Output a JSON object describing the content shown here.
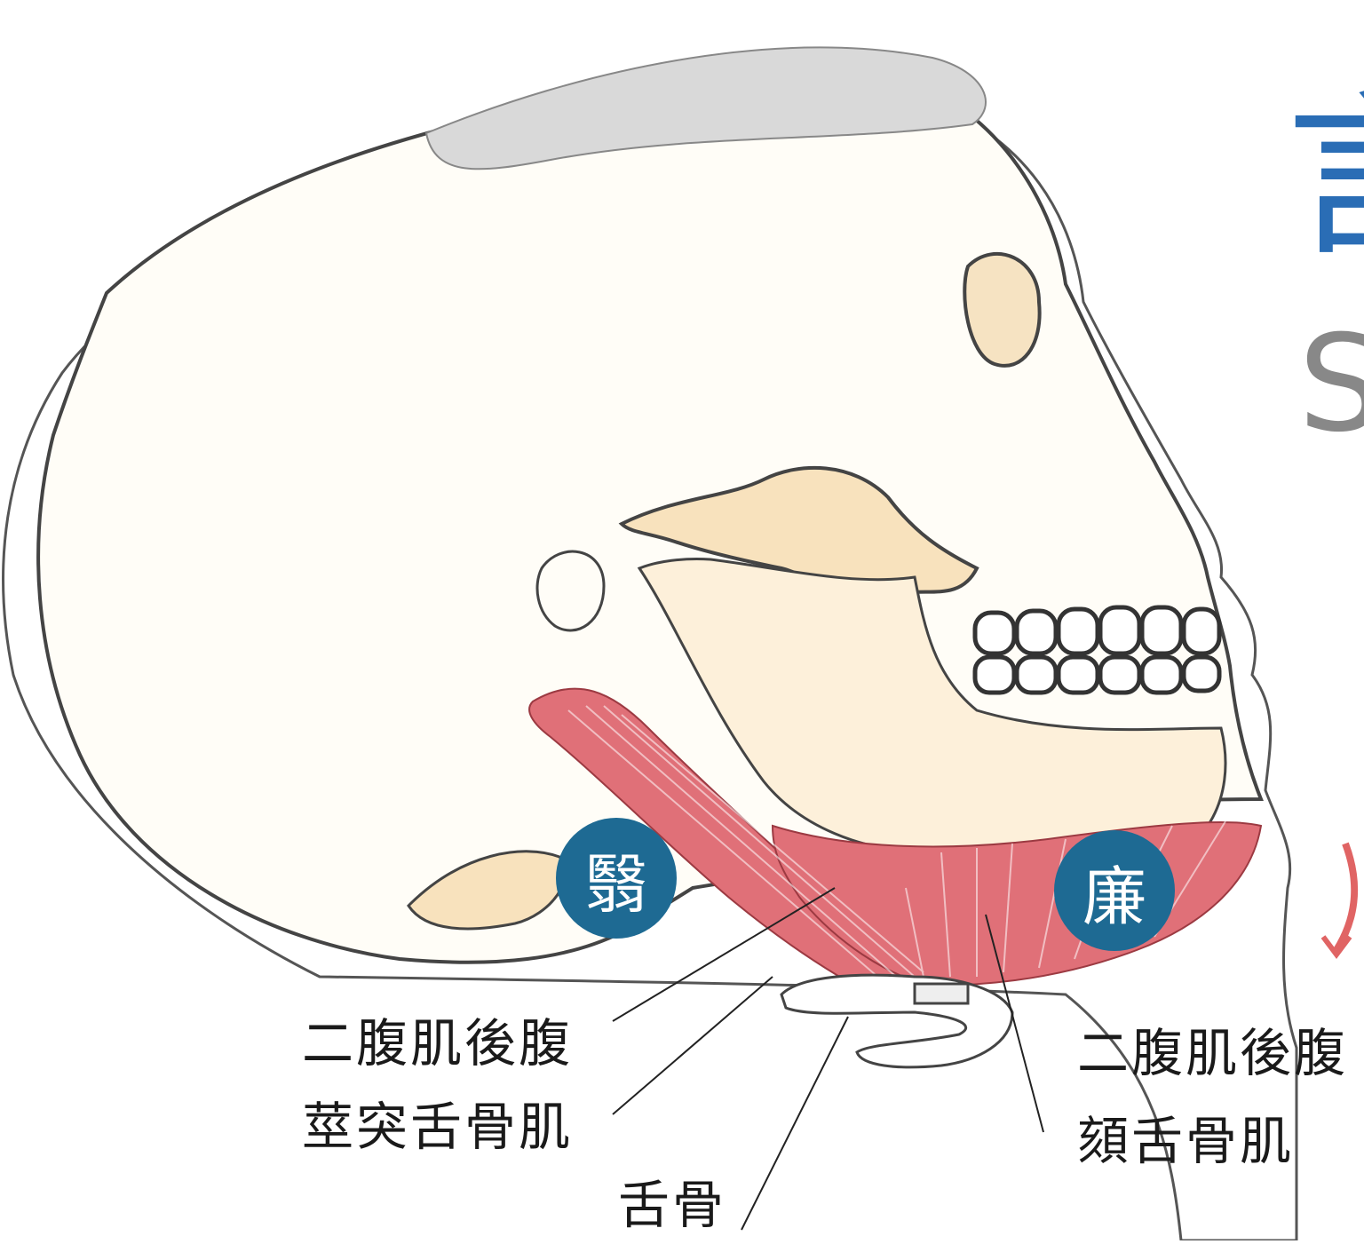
{
  "title_fragments": {
    "char": "言",
    "latin": "S"
  },
  "badges": {
    "left": "翳",
    "right": "廉"
  },
  "labels": {
    "left_1": "二腹肌後腹",
    "left_2": "莖突舌骨肌",
    "bottom": "舌骨",
    "right_1": "二腹肌後腹",
    "right_2": "頦舌骨肌"
  },
  "colors": {
    "badge": "#1e6a93",
    "title_char": "#2a6db5",
    "title_latin": "#888888",
    "muscle": "#e07078",
    "bone": "#f8e2bd",
    "arrow": "#e06464"
  }
}
